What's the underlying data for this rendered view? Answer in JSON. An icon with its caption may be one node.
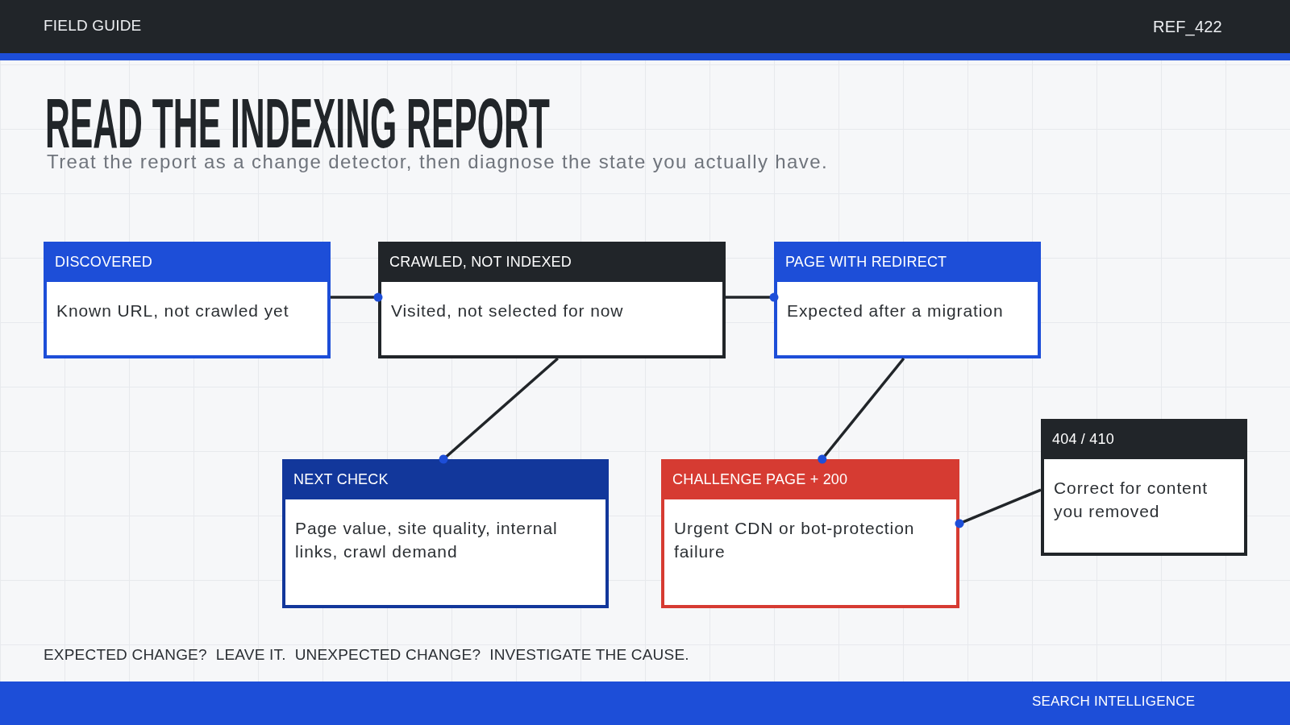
{
  "diagram": {
    "title": "READ THE INDEXING REPORT",
    "nodes": [
      {
        "text": [
          "DISCOVERED",
          "Known URL, not crawled yet"
        ]
      },
      {
        "text": [
          "CRAWLED, NOT INDEXED",
          "Visited, not selected for now"
        ]
      },
      {
        "text": [
          "PAGE WITH REDIRECT",
          "Expected after a migration"
        ]
      },
      {
        "text": [
          "NEXT CHECK",
          "Page value, site quality, internal links, crawl demand"
        ]
      },
      {
        "text": [
          "CHALLENGE PAGE + 200",
          "Urgent CDN or bot-protection failure"
        ]
      },
      {
        "text": [
          "404 / 410",
          "Correct for content you removed"
        ]
      }
    ],
    "edges": [
      {
        "from": 0,
        "to": 1,
        "arrow": "other"
      },
      {
        "from": 1,
        "to": 2,
        "arrow": "other"
      },
      {
        "from": 1,
        "to": 3,
        "arrow": "other"
      },
      {
        "from": 2,
        "to": 4,
        "arrow": "other"
      },
      {
        "from": 5,
        "to": 4,
        "arrow": "other"
      }
    ],
    "labels": [
      "FIELD GUIDE",
      "REF_422",
      "Treat the report as a change detector, then diagnose the state you actually have.",
      "EXPECTED CHANGE?  LEAVE IT.  UNEXPECTED CHANGE?  INVESTIGATE THE CAUSE.",
      "SEARCH INTELLIGENCE"
    ]
  }
}
